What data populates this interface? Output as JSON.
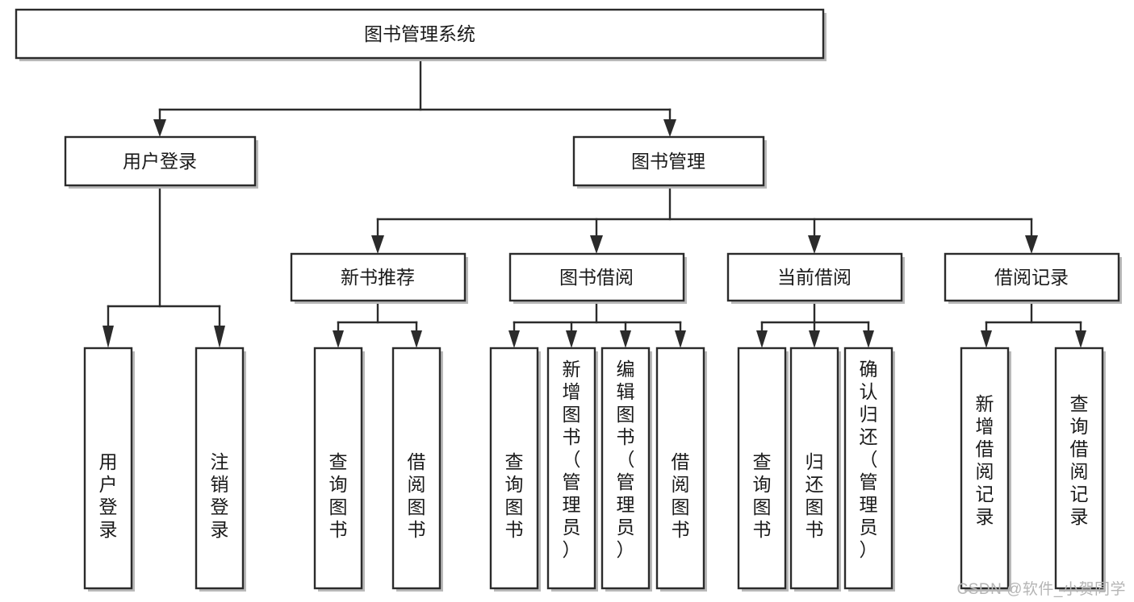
{
  "diagram": {
    "type": "tree-hierarchy",
    "title": "图书管理系统",
    "watermark": "CSDN @软件_小贺同学",
    "colors": {
      "stroke": "#2b2b2b",
      "fill": "#ffffff",
      "shadow": "#b9b9b9",
      "text": "#1a1a1a",
      "watermark": "#b5b5b5"
    },
    "levels": {
      "root": {
        "label": "图书管理系统"
      },
      "level2": [
        {
          "id": "user-login",
          "label": "用户登录"
        },
        {
          "id": "book-management",
          "label": "图书管理"
        }
      ],
      "level3": [
        {
          "id": "new-book-recommend",
          "label": "新书推荐",
          "parent": "book-management"
        },
        {
          "id": "book-borrow",
          "label": "图书借阅",
          "parent": "book-management"
        },
        {
          "id": "current-borrow",
          "label": "当前借阅",
          "parent": "book-management"
        },
        {
          "id": "borrow-record",
          "label": "借阅记录",
          "parent": "book-management"
        }
      ],
      "leaves": [
        {
          "id": "leaf-user-login",
          "label": "用户登录",
          "parent": "user-login"
        },
        {
          "id": "leaf-logout-login",
          "label": "注销登录",
          "parent": "user-login"
        },
        {
          "id": "leaf-query-book-1",
          "label": "查询图书",
          "parent": "new-book-recommend"
        },
        {
          "id": "leaf-borrow-book-1",
          "label": "借阅图书",
          "parent": "new-book-recommend"
        },
        {
          "id": "leaf-query-book-2",
          "label": "查询图书",
          "parent": "book-borrow"
        },
        {
          "id": "leaf-add-book",
          "label": "新增图书（管理员）",
          "parent": "book-borrow"
        },
        {
          "id": "leaf-edit-book",
          "label": "编辑图书（管理员）",
          "parent": "book-borrow"
        },
        {
          "id": "leaf-borrow-book-2",
          "label": "借阅图书",
          "parent": "book-borrow"
        },
        {
          "id": "leaf-query-book-3",
          "label": "查询图书",
          "parent": "current-borrow"
        },
        {
          "id": "leaf-return-book",
          "label": "归还图书",
          "parent": "current-borrow"
        },
        {
          "id": "leaf-confirm-return",
          "label": "确认归还（管理员）",
          "parent": "current-borrow"
        },
        {
          "id": "leaf-add-record",
          "label": "新增借阅记录",
          "parent": "borrow-record"
        },
        {
          "id": "leaf-query-record",
          "label": "查询借阅记录",
          "parent": "borrow-record"
        }
      ]
    }
  }
}
